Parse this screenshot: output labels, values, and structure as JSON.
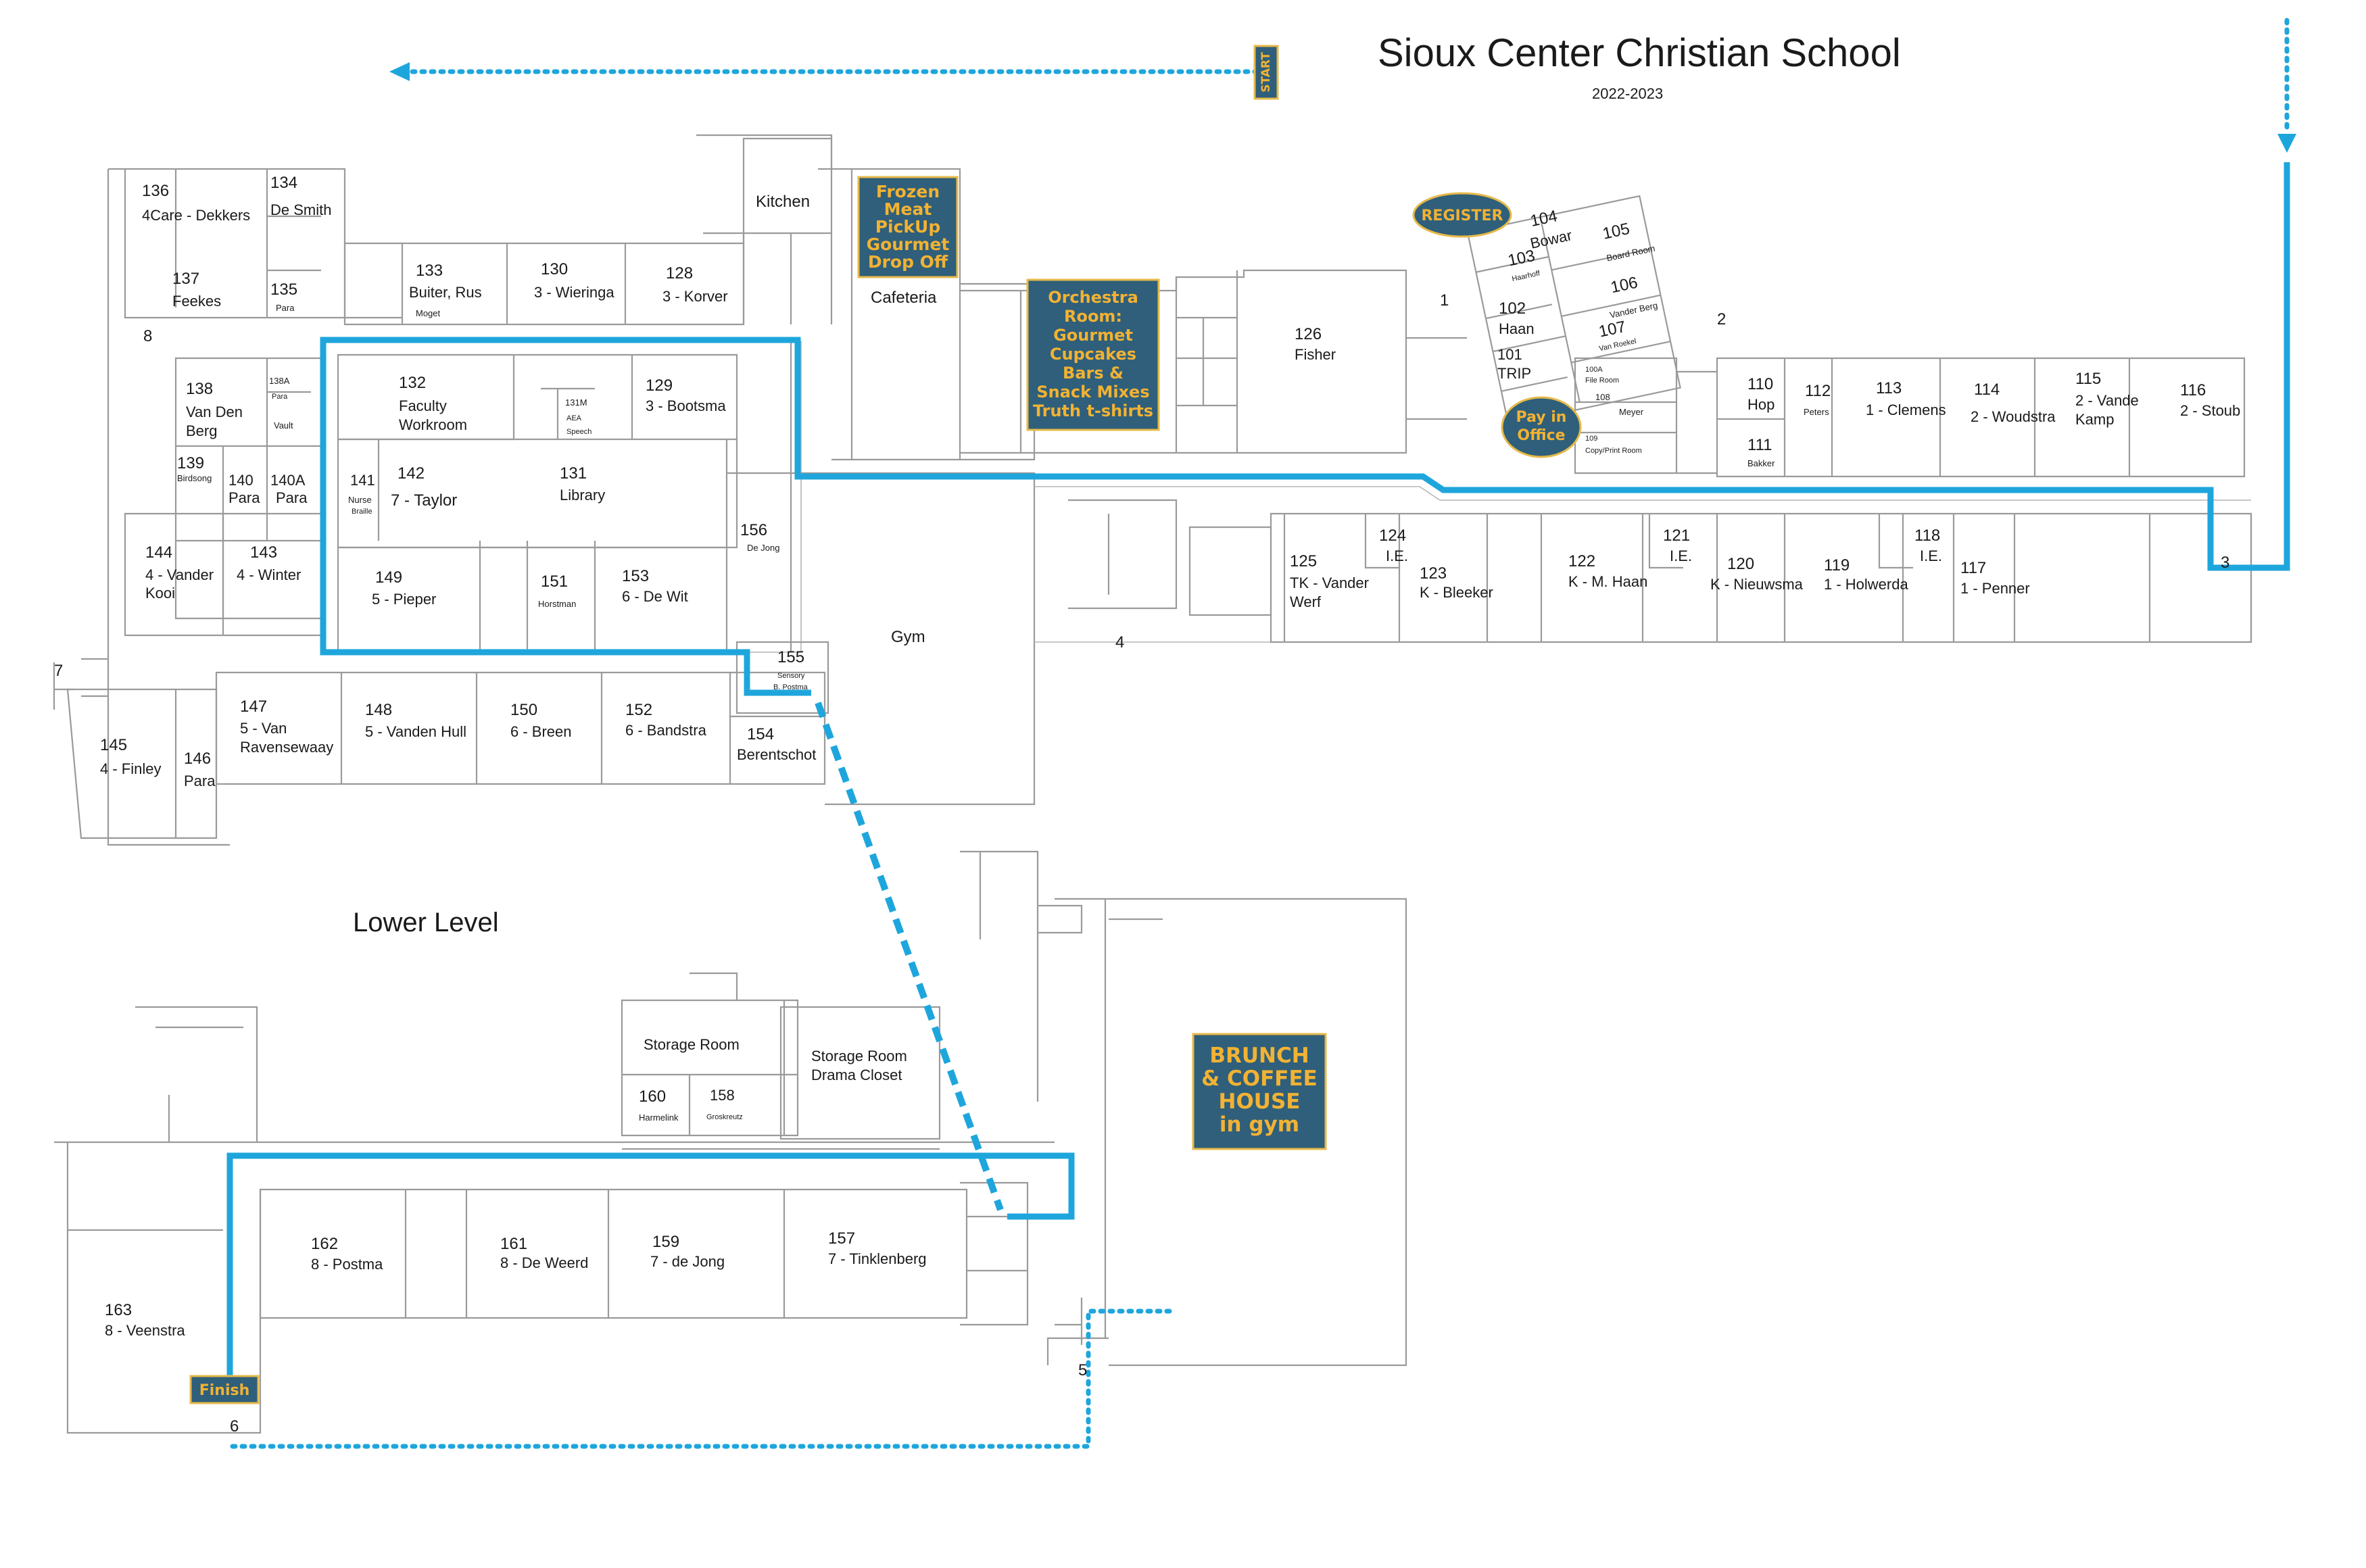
{
  "header": {
    "title": "Sioux Center Christian School",
    "year": "2022-2023"
  },
  "lower_level_label": "Lower Level",
  "colors": {
    "route": "#1ea6dc",
    "callout_fill": "#2f5f7a",
    "callout_text": "#f2b233",
    "walls": "#9a9a9a"
  },
  "callouts": {
    "start": "START",
    "register": "REGISTER",
    "pay": [
      "Pay in",
      "Office"
    ],
    "frozen": [
      "Frozen",
      "Meat",
      "PickUp",
      "Gourmet",
      "Drop Off"
    ],
    "orchestra": [
      "Orchestra",
      "Room:",
      "Gourmet",
      "Cupcakes",
      "Bars &",
      "Snack Mixes",
      "Truth t-shirts"
    ],
    "brunch": [
      "BRUNCH",
      "& COFFEE",
      "HOUSE",
      "in gym"
    ],
    "finish": "Finish"
  },
  "entrances": [
    "1",
    "2",
    "3",
    "4",
    "5",
    "6",
    "7",
    "8"
  ],
  "rooms_upper_west": [
    {
      "n": "136",
      "l": [
        "4Care - Dekkers"
      ]
    },
    {
      "n": "134",
      "l": [
        "De Smith"
      ]
    },
    {
      "n": "137",
      "l": [
        "Feekes"
      ]
    },
    {
      "n": "135",
      "l": [
        "Para"
      ]
    },
    {
      "n": "133",
      "l": [
        "Buiter, Rus",
        "Moget"
      ]
    },
    {
      "n": "130",
      "l": [
        "3 - Wieringa"
      ]
    },
    {
      "n": "128",
      "l": [
        "3 - Korver"
      ]
    },
    {
      "n": "138",
      "l": [
        "Van Den",
        "Berg"
      ]
    },
    {
      "n": "138A",
      "l": [
        "Para"
      ]
    },
    {
      "n": "",
      "l": [
        "Vault"
      ]
    },
    {
      "n": "139",
      "l": [
        "Birdsong"
      ]
    },
    {
      "n": "140",
      "l": [
        "Para"
      ]
    },
    {
      "n": "140A",
      "l": [
        "Para"
      ]
    },
    {
      "n": "144",
      "l": [
        "4 - Vander",
        "Kooi"
      ]
    },
    {
      "n": "143",
      "l": [
        "4 - Winter"
      ]
    },
    {
      "n": "132",
      "l": [
        "Faculty",
        "Workroom"
      ]
    },
    {
      "n": "131M",
      "l": [
        "AEA",
        "Speech"
      ]
    },
    {
      "n": "129",
      "l": [
        "3 - Bootsma"
      ]
    },
    {
      "n": "141",
      "l": [
        "Nurse",
        "Braille"
      ]
    },
    {
      "n": "142",
      "l": [
        "7 - Taylor"
      ]
    },
    {
      "n": "131",
      "l": [
        "Library"
      ]
    },
    {
      "n": "156",
      "l": [
        "De Jong"
      ]
    },
    {
      "n": "149",
      "l": [
        "5 - Pieper"
      ]
    },
    {
      "n": "151",
      "l": [
        "Horstman"
      ]
    },
    {
      "n": "153",
      "l": [
        "6 - De Wit"
      ]
    },
    {
      "n": "155",
      "l": [
        "Sensory",
        "B. Postma"
      ]
    },
    {
      "n": "147",
      "l": [
        "5 - Van",
        "Ravensewaay"
      ]
    },
    {
      "n": "148",
      "l": [
        "5 - Vanden Hull"
      ]
    },
    {
      "n": "150",
      "l": [
        "6 - Breen"
      ]
    },
    {
      "n": "152",
      "l": [
        "6 - Bandstra"
      ]
    },
    {
      "n": "154",
      "l": [
        "Berentschot"
      ]
    },
    {
      "n": "145",
      "l": [
        "4 - Finley"
      ]
    },
    {
      "n": "146",
      "l": [
        "Para"
      ]
    }
  ],
  "rooms_misc": {
    "kitchen": "Kitchen",
    "cafeteria": "Cafeteria",
    "gym": "Gym",
    "fisher_n": "126",
    "fisher": "Fisher"
  },
  "rooms_office": [
    {
      "n": "104",
      "l": "Bowar"
    },
    {
      "n": "105",
      "l": "Board Room"
    },
    {
      "n": "103",
      "l": "Haarhoff"
    },
    {
      "n": "106",
      "l": "Vander Berg"
    },
    {
      "n": "102",
      "l": "Haan"
    },
    {
      "n": "107",
      "l": "Van Roekel"
    },
    {
      "n": "101",
      "l": "TRIP"
    },
    {
      "n": "100A",
      "l": "File Room"
    },
    {
      "n": "108",
      "l": "Meyer"
    },
    {
      "n": "109",
      "l": "Copy/Print Room"
    },
    {
      "n": "100",
      "l": ""
    }
  ],
  "rooms_east_top": [
    {
      "n": "110",
      "l": [
        "Hop"
      ]
    },
    {
      "n": "111",
      "l": [
        "Bakker"
      ]
    },
    {
      "n": "112",
      "l": [
        "Peters"
      ]
    },
    {
      "n": "113",
      "l": [
        "1 - Clemens"
      ]
    },
    {
      "n": "114",
      "l": [
        "2 - Woudstra"
      ]
    },
    {
      "n": "115",
      "l": [
        "2 - Vande",
        "Kamp"
      ]
    },
    {
      "n": "116",
      "l": [
        "2 - Stoub"
      ]
    }
  ],
  "rooms_east_bottom": [
    {
      "n": "125",
      "l": [
        "TK - Vander",
        "Werf"
      ]
    },
    {
      "n": "124",
      "l": [
        "I.E."
      ]
    },
    {
      "n": "123",
      "l": [
        "K - Bleeker"
      ]
    },
    {
      "n": "122",
      "l": [
        "K - M. Haan"
      ]
    },
    {
      "n": "121",
      "l": [
        "I.E."
      ]
    },
    {
      "n": "120",
      "l": [
        "K - Nieuwsma"
      ]
    },
    {
      "n": "119",
      "l": [
        "1 - Holwerda"
      ]
    },
    {
      "n": "118",
      "l": [
        "I.E."
      ]
    },
    {
      "n": "117",
      "l": [
        "1 - Penner"
      ]
    }
  ],
  "rooms_lower": [
    {
      "n": "",
      "l": [
        "Storage Room"
      ]
    },
    {
      "n": "160",
      "l": [
        "Harmelink"
      ]
    },
    {
      "n": "158",
      "l": [
        "Groskreutz"
      ]
    },
    {
      "n": "",
      "l": [
        "Storage Room",
        "Drama Closet"
      ]
    },
    {
      "n": "162",
      "l": [
        "8 - Postma"
      ]
    },
    {
      "n": "161",
      "l": [
        "8 - De Weerd"
      ]
    },
    {
      "n": "159",
      "l": [
        "7 - de Jong"
      ]
    },
    {
      "n": "157",
      "l": [
        "7 - Tinklenberg"
      ]
    },
    {
      "n": "163",
      "l": [
        "8 - Veenstra"
      ]
    }
  ]
}
